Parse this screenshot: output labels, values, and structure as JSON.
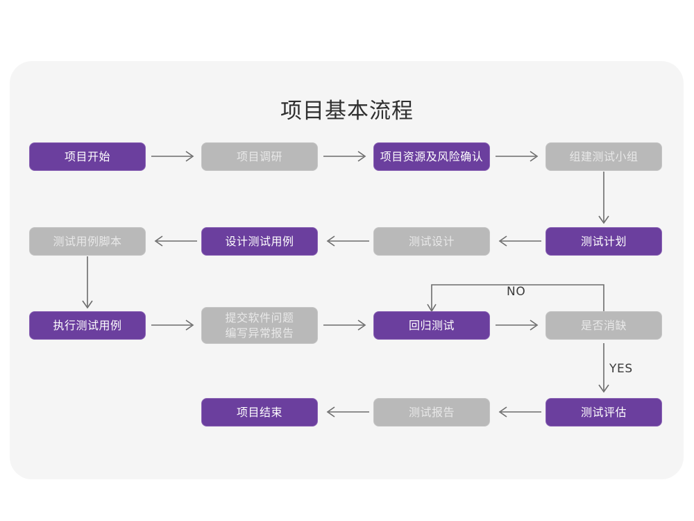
{
  "page": {
    "title": "项目基本流程",
    "card_bg": "#f5f5f5",
    "page_bg": "#ffffff",
    "accent_purple": "#6b3f9e",
    "accent_gray": "#b9b9b9",
    "connector_color": "#6b6b6b"
  },
  "nodes": [
    {
      "id": "n1",
      "label": "项目开始",
      "style": "purple",
      "row": 1,
      "col": 1
    },
    {
      "id": "n2",
      "label": "项目调研",
      "style": "gray",
      "row": 1,
      "col": 2
    },
    {
      "id": "n3",
      "label": "项目资源及风险确认",
      "style": "purple",
      "row": 1,
      "col": 3
    },
    {
      "id": "n4",
      "label": "组建测试小组",
      "style": "gray",
      "row": 1,
      "col": 4
    },
    {
      "id": "n5",
      "label": "测试用例脚本",
      "style": "gray",
      "row": 2,
      "col": 1
    },
    {
      "id": "n6",
      "label": "设计测试用例",
      "style": "purple",
      "row": 2,
      "col": 2
    },
    {
      "id": "n7",
      "label": "测试设计",
      "style": "gray",
      "row": 2,
      "col": 3
    },
    {
      "id": "n8",
      "label": "测试计划",
      "style": "purple",
      "row": 2,
      "col": 4
    },
    {
      "id": "n9",
      "label": "执行测试用例",
      "style": "purple",
      "row": 3,
      "col": 1
    },
    {
      "id": "n10",
      "label": "提交软件问题\n编写异常报告",
      "style": "gray",
      "row": 3,
      "col": 2
    },
    {
      "id": "n11",
      "label": "回归测试",
      "style": "purple",
      "row": 3,
      "col": 3
    },
    {
      "id": "n12",
      "label": "是否消缺",
      "style": "gray",
      "row": 3,
      "col": 4
    },
    {
      "id": "n13",
      "label": "项目结束",
      "style": "purple",
      "row": 4,
      "col": 2
    },
    {
      "id": "n14",
      "label": "测试报告",
      "style": "gray",
      "row": 4,
      "col": 3
    },
    {
      "id": "n15",
      "label": "测试评估",
      "style": "purple",
      "row": 4,
      "col": 4
    }
  ],
  "edges": [
    {
      "id": "e1",
      "from": "n1",
      "to": "n2",
      "dir": "right",
      "label": ""
    },
    {
      "id": "e2",
      "from": "n2",
      "to": "n3",
      "dir": "right",
      "label": ""
    },
    {
      "id": "e3",
      "from": "n3",
      "to": "n4",
      "dir": "right",
      "label": ""
    },
    {
      "id": "e4",
      "from": "n4",
      "to": "n8",
      "dir": "down",
      "label": ""
    },
    {
      "id": "e5",
      "from": "n8",
      "to": "n7",
      "dir": "left",
      "label": ""
    },
    {
      "id": "e6",
      "from": "n7",
      "to": "n6",
      "dir": "left",
      "label": ""
    },
    {
      "id": "e7",
      "from": "n6",
      "to": "n5",
      "dir": "left",
      "label": ""
    },
    {
      "id": "e8",
      "from": "n5",
      "to": "n9",
      "dir": "down",
      "label": ""
    },
    {
      "id": "e9",
      "from": "n9",
      "to": "n10",
      "dir": "right",
      "label": ""
    },
    {
      "id": "e10",
      "from": "n10",
      "to": "n11",
      "dir": "right",
      "label": ""
    },
    {
      "id": "e11",
      "from": "n11",
      "to": "n12",
      "dir": "right",
      "label": ""
    },
    {
      "id": "e12",
      "from": "n12",
      "to": "n11",
      "dir": "loop-up",
      "label": "NO"
    },
    {
      "id": "e13",
      "from": "n12",
      "to": "n15",
      "dir": "down",
      "label": "YES"
    },
    {
      "id": "e14",
      "from": "n15",
      "to": "n14",
      "dir": "left",
      "label": ""
    },
    {
      "id": "e15",
      "from": "n14",
      "to": "n13",
      "dir": "left",
      "label": ""
    }
  ],
  "edge_labels": {
    "no": "NO",
    "yes": "YES"
  }
}
